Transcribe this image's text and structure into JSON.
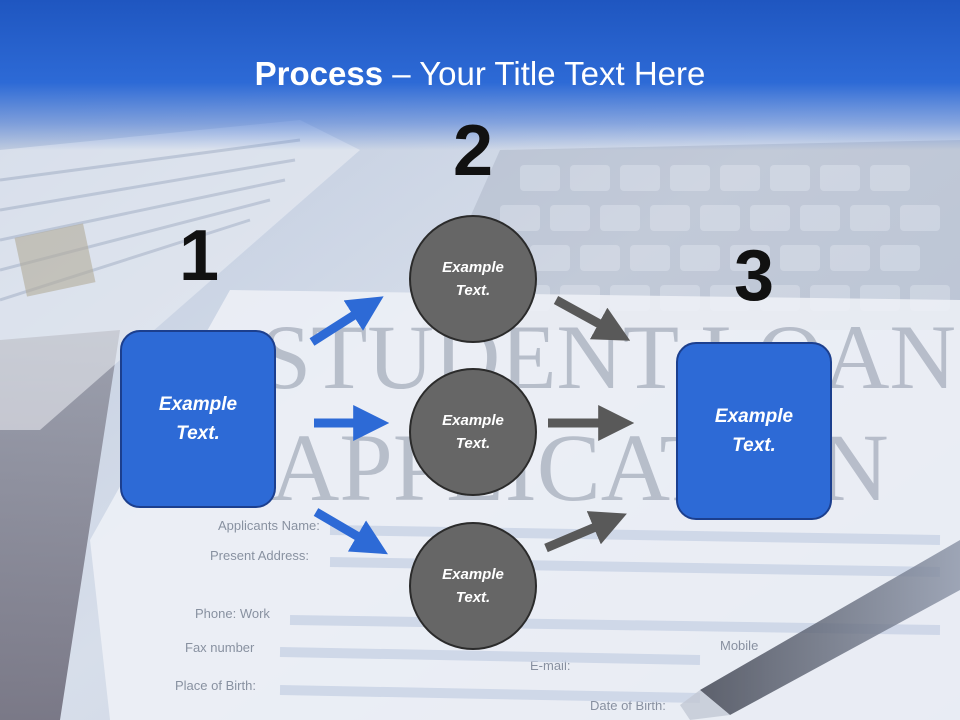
{
  "title": {
    "strong": "Process",
    "rest": " – Your Title Text Here"
  },
  "steps": {
    "one": "1",
    "two": "2",
    "three": "3"
  },
  "boxes": {
    "left": "Example Text.",
    "right": "Example Text."
  },
  "circles": {
    "top": "Example Text.",
    "middle": "Example Text.",
    "bottom": "Example Text."
  },
  "background": {
    "heading_line1": "STUDENT LOAN",
    "heading_line2": "APPLICATION",
    "form_labels": [
      "Applicants Name:",
      "Present Address:",
      "Phone: Work",
      "Fax number",
      "Place of Birth:",
      "E-mail:",
      "Date of Birth:",
      "Mobile"
    ]
  },
  "colors": {
    "accent_blue": "#2d6ad6",
    "blue_border": "#1c3f8e",
    "circle_gray": "#666666",
    "arrow_gray": "#595959",
    "title_band": "#1f56c0"
  }
}
